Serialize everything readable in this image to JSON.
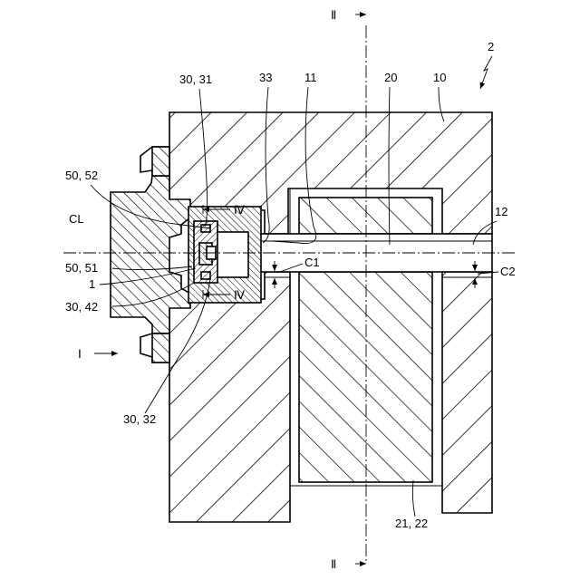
{
  "figure": {
    "labels": {
      "fig_number": "2",
      "sec_II_top": "Ⅱ",
      "sec_II_bottom": "Ⅱ",
      "sec_IV_top": "Ⅳ",
      "sec_IV_bottom": "Ⅳ",
      "view_I": "Ⅰ",
      "ref_30_31": "30, 31",
      "ref_33": "33",
      "ref_11": "11",
      "ref_20": "20",
      "ref_10": "10",
      "ref_50_52": "50, 52",
      "ref_CL": "CL",
      "ref_12": "12",
      "ref_C1": "C1",
      "ref_C2": "C2",
      "ref_50_51": "50, 51",
      "ref_1": "1",
      "ref_30_42": "30, 42",
      "ref_30_32": "30, 32",
      "ref_21_22": "21, 22"
    }
  }
}
